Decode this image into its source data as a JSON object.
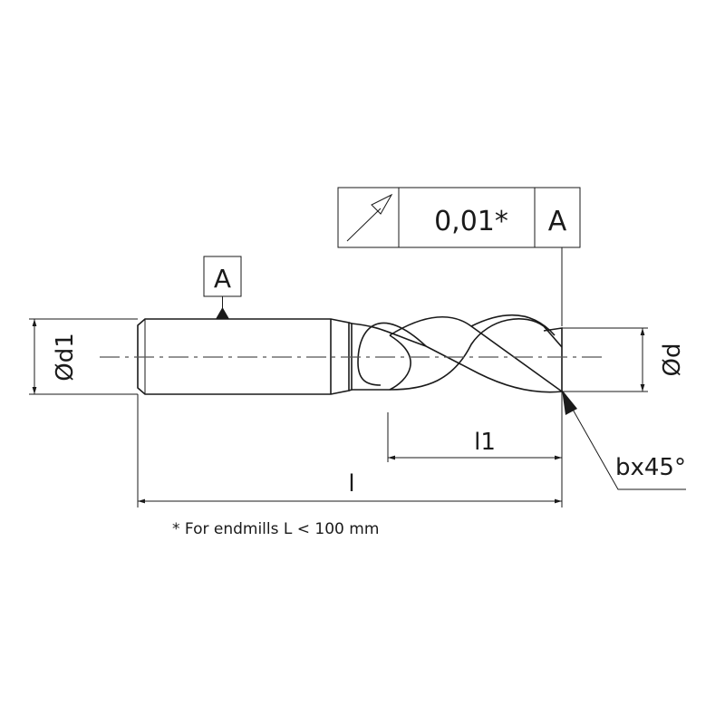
{
  "tolerance_frame": {
    "symbol": "circular-runout-arrow",
    "value": "0,01*",
    "datum": "A"
  },
  "datum_label": "A",
  "dimensions": {
    "shank_diameter": "Ød1",
    "diameter": "Ød",
    "length": "l",
    "flute_length": "l1",
    "chamfer": "bx45°"
  },
  "footnote": "* For endmills L < 100 mm"
}
